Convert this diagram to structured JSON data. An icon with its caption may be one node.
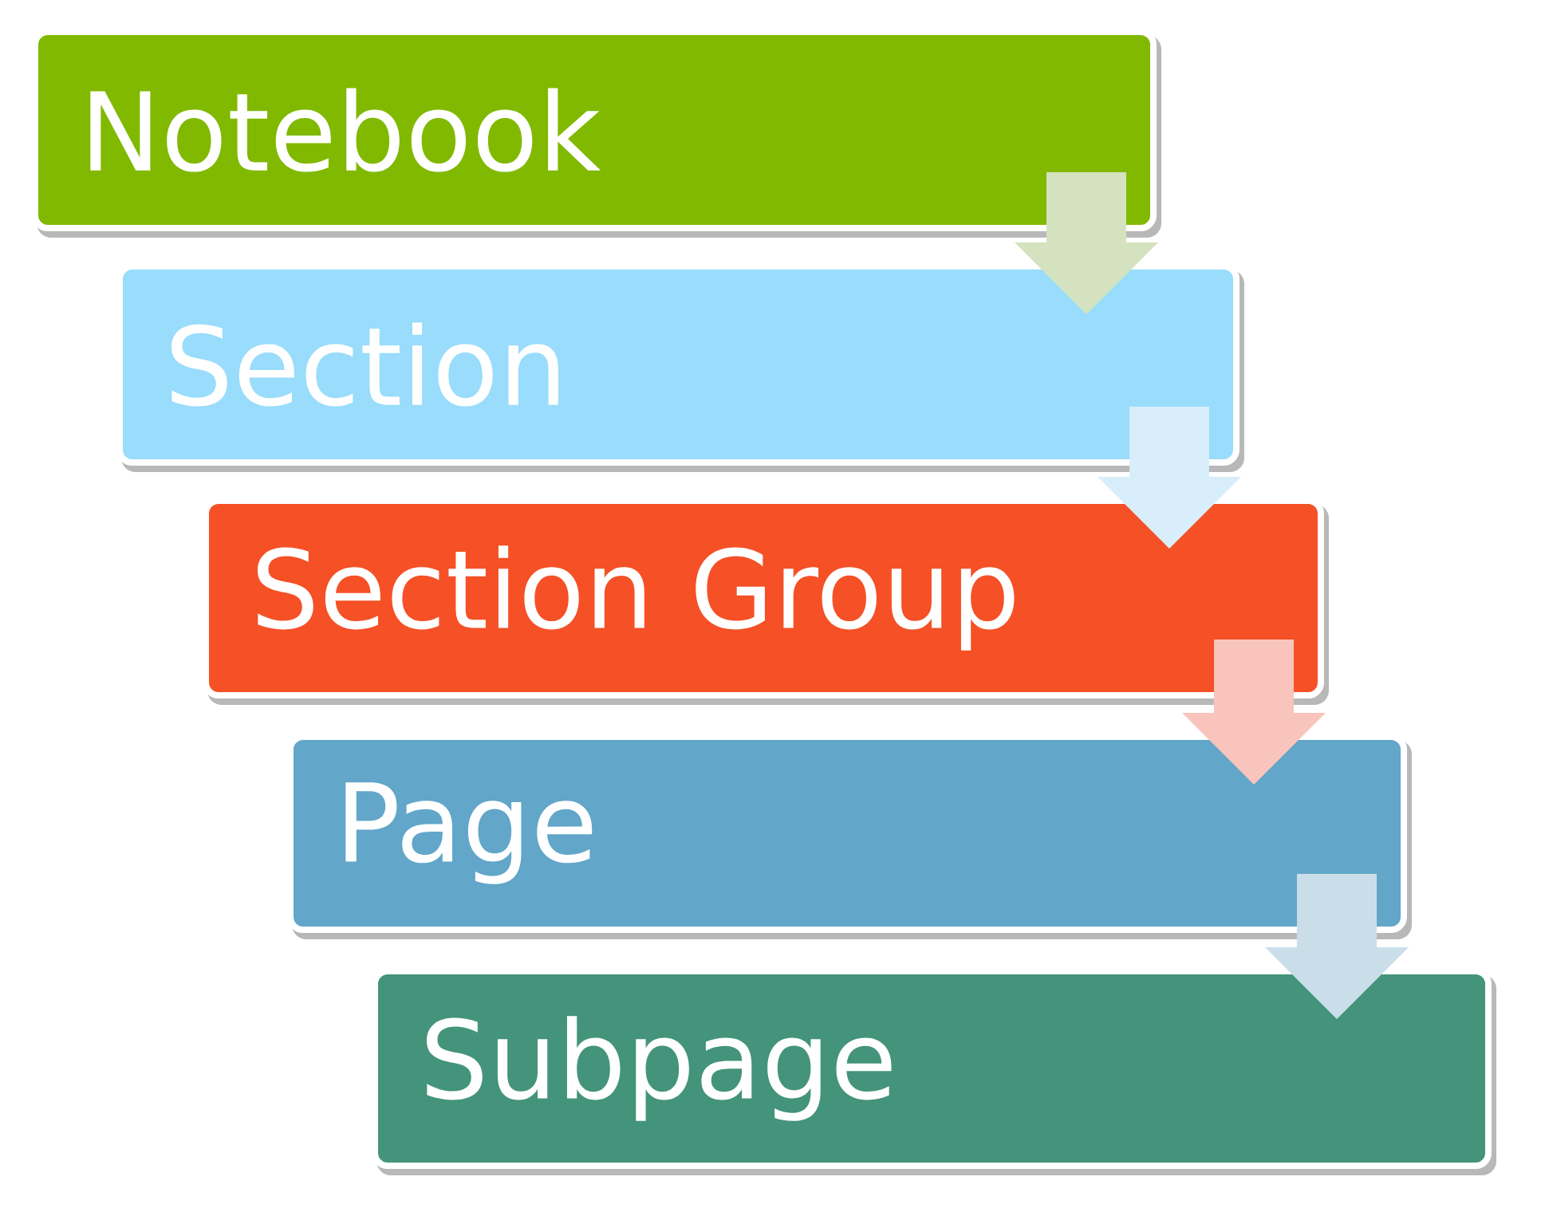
{
  "diagram": {
    "nodes": [
      {
        "text": [
          "Notebook"
        ]
      },
      {
        "text": [
          "Section"
        ]
      },
      {
        "text": [
          "Section Group"
        ]
      },
      {
        "text": [
          "Page"
        ]
      },
      {
        "text": [
          "Subpage"
        ]
      }
    ],
    "edges": [
      {
        "from": 0,
        "to": 1,
        "arrow": "to",
        "color": "#d5e2c0"
      },
      {
        "from": 1,
        "to": 2,
        "arrow": "to",
        "color": "#d8eefa"
      },
      {
        "from": 2,
        "to": 3,
        "arrow": "to",
        "color": "#f9c4bb"
      },
      {
        "from": 3,
        "to": 4,
        "arrow": "to",
        "color": "#cadeea"
      }
    ]
  }
}
